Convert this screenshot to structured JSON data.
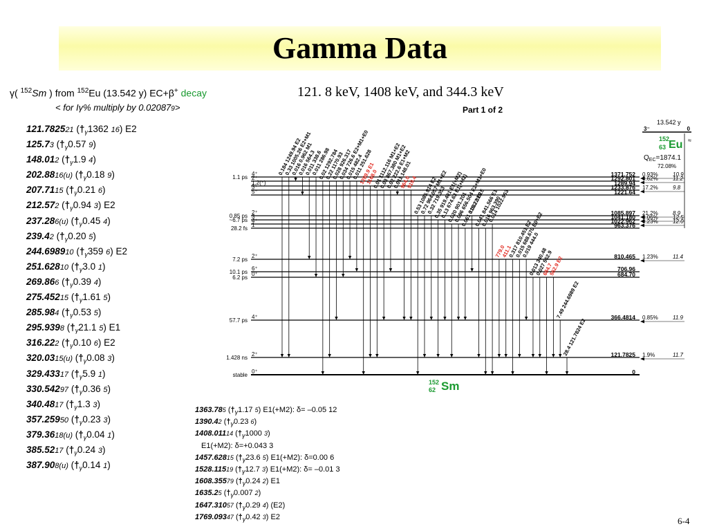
{
  "slide": {
    "title": "Gamma Data",
    "subtitle": "121. 8 keV, 1408 keV, and 344.3 keV",
    "page_number": "6-4"
  },
  "header": {
    "gamma_prefix": "γ(",
    "target_mass": "152",
    "target_sym": "Sm",
    "from_text": ") from",
    "parent_mass": "152",
    "parent_text": "Eu (13.542 y)  EC+β",
    "plus": "+",
    "decay_text": "decay",
    "multiply_text": "< for Iγ% multiply by 0.02087",
    "multiply_unc": "9",
    "multiply_end": ">"
  },
  "gamma_list": [
    {
      "e": "121.7825",
      "u": "21",
      "intensity": "1362",
      "iu": "16",
      "extra": "E2"
    },
    {
      "e": "125.7",
      "u": "3",
      "intensity": "0.57",
      "iu": "9",
      "extra": ""
    },
    {
      "e": "148.01",
      "u": "2",
      "intensity": "1.9",
      "iu": "4",
      "extra": ""
    },
    {
      "e": "202.88",
      "u": "16(u)",
      "intensity": "0.18",
      "iu": "9",
      "extra": ""
    },
    {
      "e": "207.71",
      "u": "15",
      "intensity": "0.21",
      "iu": "6",
      "extra": ""
    },
    {
      "e": "212.57",
      "u": "2",
      "intensity": "0.94",
      "iu": "3",
      "extra": "E2"
    },
    {
      "e": "237.28",
      "u": "6(u)",
      "intensity": "0.45",
      "iu": "4",
      "extra": ""
    },
    {
      "e": "239.4",
      "u": "2",
      "intensity": "0.20",
      "iu": "5",
      "extra": ""
    },
    {
      "e": "244.6989",
      "u": "10",
      "intensity": "359",
      "iu": "6",
      "extra": "E2"
    },
    {
      "e": "251.628",
      "u": "10",
      "intensity": "3.0",
      "iu": "1",
      "extra": ""
    },
    {
      "e": "269.86",
      "u": "6",
      "intensity": "0.39",
      "iu": "4",
      "extra": ""
    },
    {
      "e": "275.452",
      "u": "15",
      "intensity": "1.61",
      "iu": "5",
      "extra": ""
    },
    {
      "e": "285.98",
      "u": "4",
      "intensity": "0.53",
      "iu": "5",
      "extra": ""
    },
    {
      "e": "295.939",
      "u": "8",
      "intensity": "21.1",
      "iu": "5",
      "extra": "E1"
    },
    {
      "e": "316.22",
      "u": "2",
      "intensity": "0.10",
      "iu": "6",
      "extra": "E2"
    },
    {
      "e": "320.03",
      "u": "15(u)",
      "intensity": "0.08",
      "iu": "3",
      "extra": ""
    },
    {
      "e": "329.433",
      "u": "17",
      "intensity": "5.9",
      "iu": "1",
      "extra": ""
    },
    {
      "e": "330.542",
      "u": "97",
      "intensity": "0.36",
      "iu": "5",
      "extra": ""
    },
    {
      "e": "340.48",
      "u": "17",
      "intensity": "1.3",
      "iu": "3",
      "extra": ""
    },
    {
      "e": "357.259",
      "u": "50",
      "intensity": "0.23",
      "iu": "3",
      "extra": ""
    },
    {
      "e": "379.36",
      "u": "18(u)",
      "intensity": "0.04",
      "iu": "1",
      "extra": ""
    },
    {
      "e": "385.52",
      "u": "17",
      "intensity": "0.24",
      "iu": "3",
      "extra": ""
    },
    {
      "e": "387.90",
      "u": "8(u)",
      "intensity": "0.14",
      "iu": "1",
      "extra": ""
    }
  ],
  "gamma_list2": [
    {
      "e": "1363.78",
      "u": "5",
      "intensity": "1.17",
      "iu": "5",
      "extra": "E1(+M2): δ= –0.05 12"
    },
    {
      "e": "1390.4",
      "u": "2",
      "intensity": "0.23",
      "iu": "6",
      "extra": ""
    },
    {
      "e": "1408.011",
      "u": "14",
      "intensity": "1000",
      "iu": "3",
      "extra": ""
    },
    {
      "e": "",
      "u": "",
      "intensity": "",
      "iu": "",
      "extra": "E1(+M2): δ=+0.043 3"
    },
    {
      "e": "1457.628",
      "u": "15",
      "intensity": "23.6",
      "iu": "5",
      "extra": "E1(+M2): δ=0.00 6"
    },
    {
      "e": "1528.115",
      "u": "19",
      "intensity": "12.7",
      "iu": "3",
      "extra": "E1(+M2): δ= –0.01 3"
    },
    {
      "e": "1608.355",
      "u": "79",
      "intensity": "0.24",
      "iu": "2",
      "extra": "E1"
    },
    {
      "e": "1635.2",
      "u": "5",
      "intensity": "0.007",
      "iu": "2",
      "extra": ""
    },
    {
      "e": "1647.310",
      "u": "57",
      "intensity": "0.29",
      "iu": "4",
      "extra": "(E2)"
    },
    {
      "e": "1769.093",
      "u": "47",
      "intensity": "0.42",
      "iu": "3",
      "extra": "E2"
    }
  ],
  "symbols": {
    "dagger": "†",
    "gamma_sub": "γ"
  },
  "scheme": {
    "part_label": "Part 1 of 2",
    "parent": {
      "halflife": "13.542 y",
      "spin": "3⁻",
      "energy": "0",
      "mass": "152",
      "z": "63",
      "sym": "Eu",
      "qec": "Q",
      "qec_sub": "EC",
      "qec_val": "=1874.1",
      "ec_pct": "72.08%",
      "approx": "≈"
    },
    "daughter": {
      "mass": "152",
      "z": "62",
      "sym": "Sm"
    },
    "levels": [
      {
        "energy": "1371.752",
        "pct": "0.93%",
        "logft": "10.9",
        "spin": "4⁺",
        "hl": "1.1 ps"
      },
      {
        "energy": "1292.801",
        "pct": "0.62%",
        "logft": "11.2",
        "spin": "2⁺",
        "hl": ""
      },
      {
        "energy": "1289.94",
        "pct": "",
        "logft": "",
        "spin": "1,2(⁺)",
        "hl": ""
      },
      {
        "energy": "1233.876",
        "pct": "17.2%",
        "logft": "9.8",
        "spin": "3⁺",
        "hl": ""
      },
      {
        "energy": "1221.64",
        "pct": "",
        "logft": "",
        "spin": "5⁻",
        "hl": ""
      },
      {
        "energy": "1085.897",
        "pct": "21.2%",
        "logft": "8.9",
        "spin": "2⁺",
        "hl": "0.85 ps"
      },
      {
        "energy": "1041.180",
        "pct": "0.06%",
        "logft": "12.5",
        "spin": "3⁻",
        "hl": "~6.7 ps"
      },
      {
        "energy": "1022.962",
        "pct": "0.23%",
        "logft": "12.0",
        "spin": "4⁺",
        "hl": ""
      },
      {
        "energy": "963.376",
        "pct": "",
        "logft": "",
        "spin": "1⁻",
        "hl": "28.2 fs"
      },
      {
        "energy": "810.465",
        "pct": "1.23%",
        "logft": "11.4",
        "spin": "2⁺",
        "hl": "7.2 ps"
      },
      {
        "energy": "706.96",
        "pct": "",
        "logft": "",
        "spin": "6⁺",
        "hl": "10.1 ps"
      },
      {
        "energy": "684.70",
        "pct": "",
        "logft": "",
        "spin": "0⁺",
        "hl": "6.2 ps"
      },
      {
        "energy": "366.4814",
        "pct": "0.85%",
        "logft": "11.9",
        "spin": "4⁺",
        "hl": "57.7 ps"
      },
      {
        "energy": "121.7825",
        "pct": "1.9%",
        "logft": "11.7",
        "spin": "2⁺",
        "hl": "1.428 ns"
      },
      {
        "energy": "0",
        "pct": "",
        "logft": "",
        "spin": "0⁺",
        "hl": "stable"
      }
    ],
    "transitions": [
      {
        "label": "0.184 1249.94 E2",
        "red": false
      },
      {
        "label": "0.33 1005.26 E2+M1",
        "red": false
      },
      {
        "label": "0.016 0.962 M1",
        "red": false
      },
      {
        "label": "0.016 564.3",
        "red": false
      },
      {
        "label": "0.011 338.6",
        "red": false
      },
      {
        "label": "0.011 286.98",
        "red": false
      },
      {
        "label": "0.02 1292.784",
        "red": false
      },
      {
        "label": "0.22 1170.93",
        "red": false
      },
      {
        "label": "0.028 926.317",
        "red": false
      },
      {
        "label": "0.034 726.6 E2+M1+E0",
        "red": false
      },
      {
        "label": "0.015 482.4",
        "red": false
      },
      {
        "label": "0.011 251.628",
        "red": false
      },
      {
        "label": "1289.9 E1",
        "red": true
      },
      {
        "label": "1168.0",
        "red": true
      },
      {
        "label": "0.01 1112.116 M1+E2",
        "red": false
      },
      {
        "label": "0.03 867.380 M1+E2",
        "red": false
      },
      {
        "label": "0.02 222.6 E1+M2",
        "red": false
      },
      {
        "label": "0.011 148.01",
        "red": false
      },
      {
        "label": "964.0",
        "red": true
      },
      {
        "label": "919.4",
        "red": true
      },
      {
        "label": "0.53 1085.914 E2",
        "red": false
      },
      {
        "label": "0.72 964.057 M1+E2",
        "red": false
      },
      {
        "label": "0.32 719.353",
        "red": false
      },
      {
        "label": "0.35 919.401 E1(+M2)",
        "red": false
      },
      {
        "label": "0.13 674.63 E1(+M2)",
        "red": false
      },
      {
        "label": "0.020 901.201",
        "red": false
      },
      {
        "label": "0.096 656.504 E2+M1+E0",
        "red": false
      },
      {
        "label": "0.061 316.22 E2",
        "red": false
      },
      {
        "label": "0.032 315.5",
        "red": false
      },
      {
        "label": "0.041 841.566 E1",
        "red": false
      },
      {
        "label": "0.016 963.390",
        "red": false
      },
      {
        "label": "0.014 1022.963",
        "red": false
      },
      {
        "label": "779.0",
        "red": true
      },
      {
        "label": "411.1",
        "red": true
      },
      {
        "label": "0.317 810.451 E2",
        "red": false
      },
      {
        "label": "0.015 688.670 E0+E2",
        "red": false
      },
      {
        "label": "0.019 444.0",
        "red": false
      },
      {
        "label": "0.013 340.48",
        "red": false
      },
      {
        "label": "0.027 562.9",
        "red": false
      },
      {
        "label": "684.7",
        "red": true
      },
      {
        "label": "562.9 E2",
        "red": true
      },
      {
        "label": "7.49 244.6989 E2",
        "red": false
      },
      {
        "label": "28.4 121.7824 E2",
        "red": false
      }
    ]
  }
}
